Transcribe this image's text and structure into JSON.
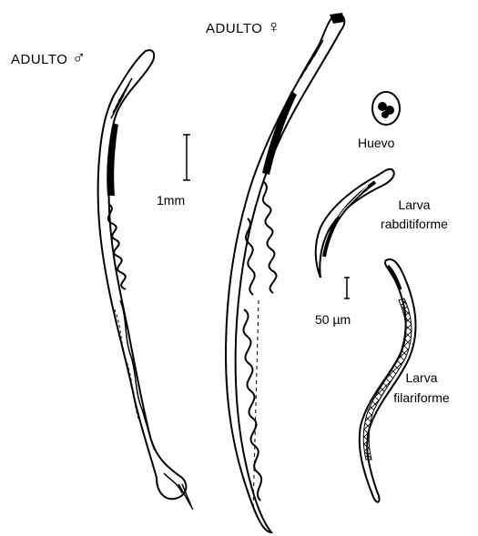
{
  "labels": {
    "adult_male": "ADULTO",
    "adult_male_symbol": "♂",
    "adult_female": "ADULTO",
    "adult_female_symbol": "♀",
    "egg": "Huevo",
    "rhabditiform_line1": "Larva",
    "rhabditiform_line2": "rabditiforme",
    "filariform_line1": "Larva",
    "filariform_line2": "filariforme",
    "scale_adult": "1mm",
    "scale_larva": "50 µm"
  }
}
